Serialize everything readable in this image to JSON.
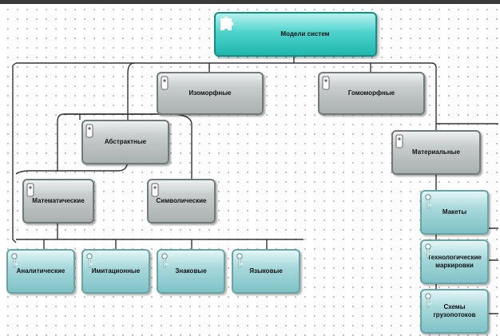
{
  "diagram": {
    "root": {
      "label": "Модели систем",
      "icon": "puzzle-icon"
    },
    "nodes": {
      "isomorphic": "Изоморфные",
      "homomorphic": "Гомоморфные",
      "abstract": "Абстрактные",
      "material": "Материальные",
      "mathematical": "Математические",
      "symbolic": "Символические",
      "analytical": "Аналитические",
      "simulation": "Имитационные",
      "sign": "Знаковые",
      "language": "Языковые",
      "mockups": "Макеты",
      "tech_maps": "Технологические маркировки",
      "flow_charts": "Схемы грузопотоков"
    },
    "icons": {
      "gray_nodes": "lock-icon",
      "teal_nodes": "key-icon"
    },
    "colors": {
      "root": "#20b7b0",
      "gray_node": "#aab1b1",
      "leaf_node": "#7fc2c6",
      "connector": "#333333"
    }
  }
}
